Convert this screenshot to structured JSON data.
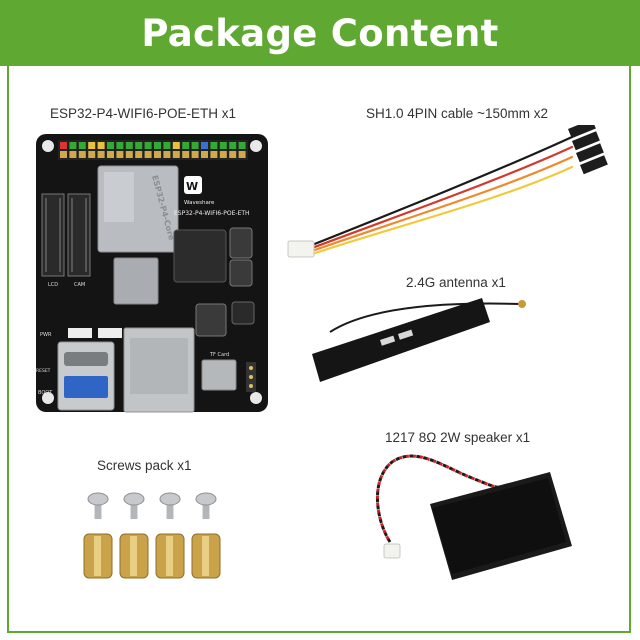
{
  "header": {
    "title": "Package Content"
  },
  "items": [
    {
      "label": "ESP32-P4-WIFI6-POE-ETH x1"
    },
    {
      "label": "SH1.0 4PIN cable ~150mm x2"
    },
    {
      "label": "2.4G antenna x1"
    },
    {
      "label": "Screws pack x1"
    },
    {
      "label": "1217 8Ω 2W speaker x1"
    }
  ],
  "board": {
    "silk_brand": "Waveshare",
    "silk_model": "ESP32-P4-WIFI6-POE-ETH",
    "silk_lcd": "LCD",
    "silk_cam": "CAM",
    "silk_pwr": "PWR",
    "silk_reset": "RESET",
    "silk_boot": "BOOT",
    "silk_tf": "TF Card",
    "module_text": "ESP32-P4-Core"
  },
  "colors": {
    "accent": "#5fa832",
    "board": "#151515",
    "text": "#333333"
  }
}
